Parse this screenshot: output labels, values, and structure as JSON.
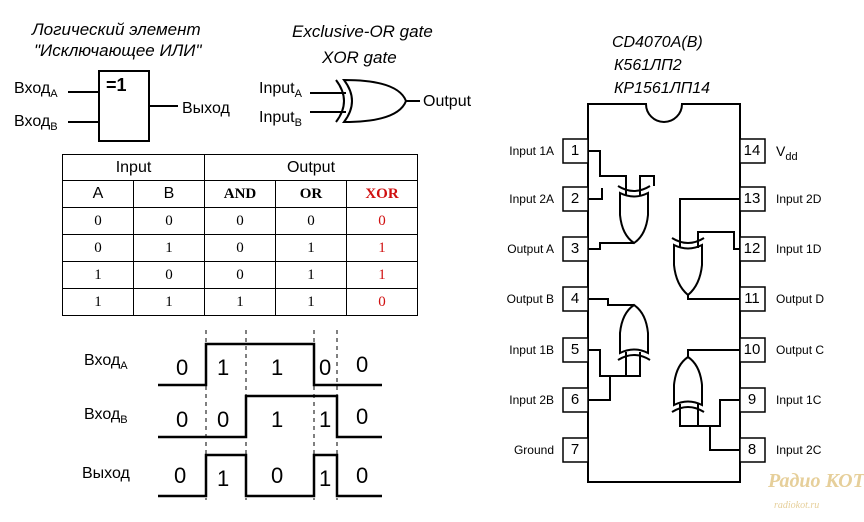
{
  "ru_title_line1": "Логический элемент",
  "ru_title_line2": "\"Исключающее ИЛИ\"",
  "en_title_line1": "Exclusive-OR gate",
  "en_title_line2": "XOR gate",
  "ru_gate": {
    "input_a": "Вход",
    "input_a_sub": "A",
    "input_b": "Вход",
    "input_b_sub": "B",
    "symbol": "=1",
    "output": "Выход"
  },
  "en_gate": {
    "input_a": "Input",
    "input_a_sub": "A",
    "input_b": "Input",
    "input_b_sub": "B",
    "output": "Output"
  },
  "truth_table": {
    "input_header": "Input",
    "output_header": "Output",
    "columns": [
      "A",
      "B",
      "AND",
      "OR",
      "XOR"
    ],
    "rows": [
      [
        "0",
        "0",
        "0",
        "0",
        "0"
      ],
      [
        "0",
        "1",
        "0",
        "1",
        "1"
      ],
      [
        "1",
        "0",
        "0",
        "1",
        "1"
      ],
      [
        "1",
        "1",
        "1",
        "1",
        "0"
      ]
    ]
  },
  "waveforms": {
    "a_label": "Вход",
    "a_sub": "A",
    "b_label": "Вход",
    "b_sub": "B",
    "out_label": "Выход",
    "a_values": [
      "0",
      "1",
      "1",
      "0",
      "0"
    ],
    "b_values": [
      "0",
      "0",
      "1",
      "1",
      "0"
    ],
    "out_values": [
      "0",
      "1",
      "0",
      "1",
      "0"
    ]
  },
  "chip": {
    "part_line1": "CD4070A(B)",
    "part_line2": "К561ЛП2",
    "part_line3": "КР1561ЛП14",
    "left_pins": [
      {
        "num": "1",
        "label": "Input 1A"
      },
      {
        "num": "2",
        "label": "Input 2A"
      },
      {
        "num": "3",
        "label": "Output A"
      },
      {
        "num": "4",
        "label": "Output B"
      },
      {
        "num": "5",
        "label": "Input 1B"
      },
      {
        "num": "6",
        "label": "Input 2B"
      },
      {
        "num": "7",
        "label": "Ground"
      }
    ],
    "right_pins": [
      {
        "num": "14",
        "label": "V",
        "sub": "dd"
      },
      {
        "num": "13",
        "label": "Input 2D"
      },
      {
        "num": "12",
        "label": "Input 1D"
      },
      {
        "num": "11",
        "label": "Output D"
      },
      {
        "num": "10",
        "label": "Output C"
      },
      {
        "num": "9",
        "label": "Input 1C"
      },
      {
        "num": "8",
        "label": "Input 2C"
      }
    ]
  },
  "watermark": {
    "text": "Радио КОТ",
    "url": "radiokot.ru"
  }
}
